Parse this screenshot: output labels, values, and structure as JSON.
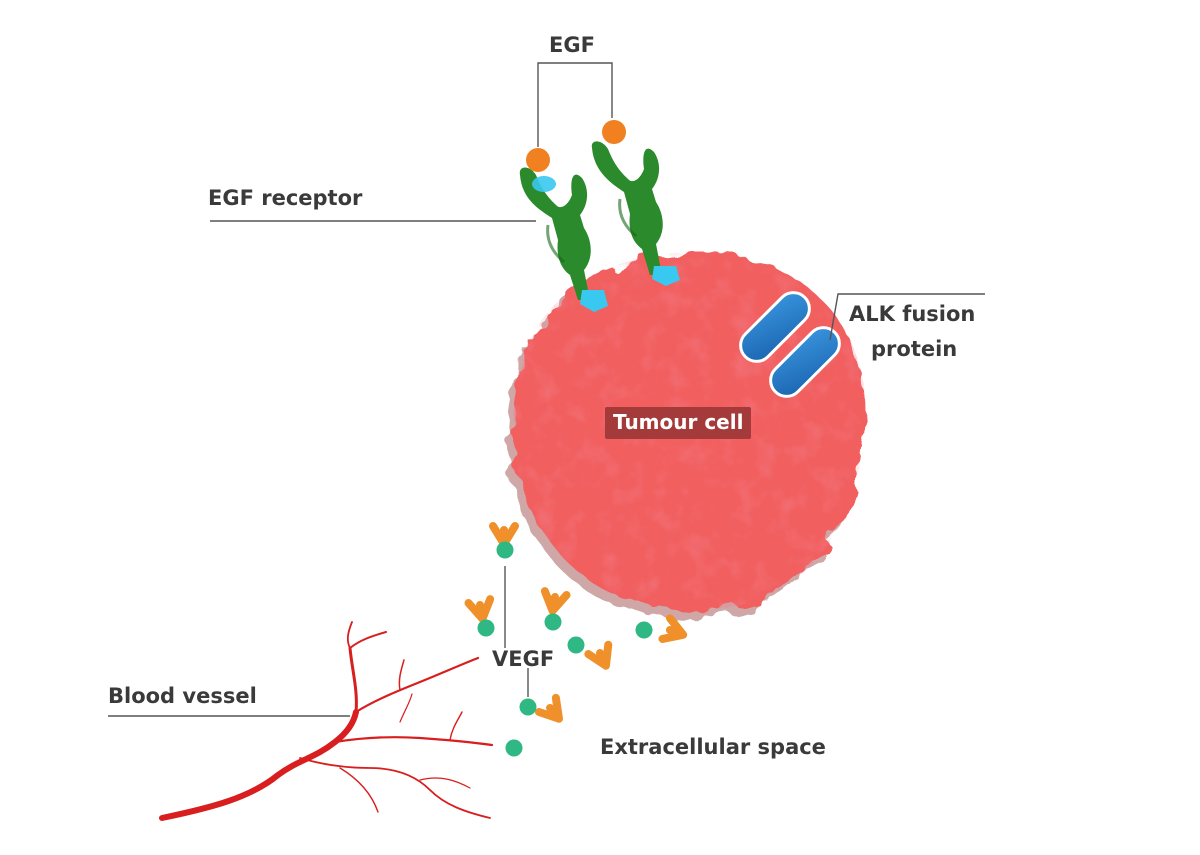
{
  "labels": {
    "egf": "EGF",
    "egf_receptor": "EGF receptor",
    "alk_line1": "ALK fusion",
    "alk_line2": "protein",
    "tumour_cell": "Tumour cell",
    "vegf": "VEGF",
    "blood_vessel": "Blood vessel",
    "extracellular": "Extracellular space"
  },
  "colors": {
    "cell_fill": "#f25e5e",
    "cell_dark": "#e0343c",
    "receptor": "#2b8a2b",
    "egf_ligand": "#f08020",
    "kinase": "#38c8f0",
    "alk": "#1f78c8",
    "vegf_ligand": "#2fb884",
    "vegf_receptor": "#f0902a",
    "vessel": "#d81e1e",
    "leader_line": "#555555"
  }
}
